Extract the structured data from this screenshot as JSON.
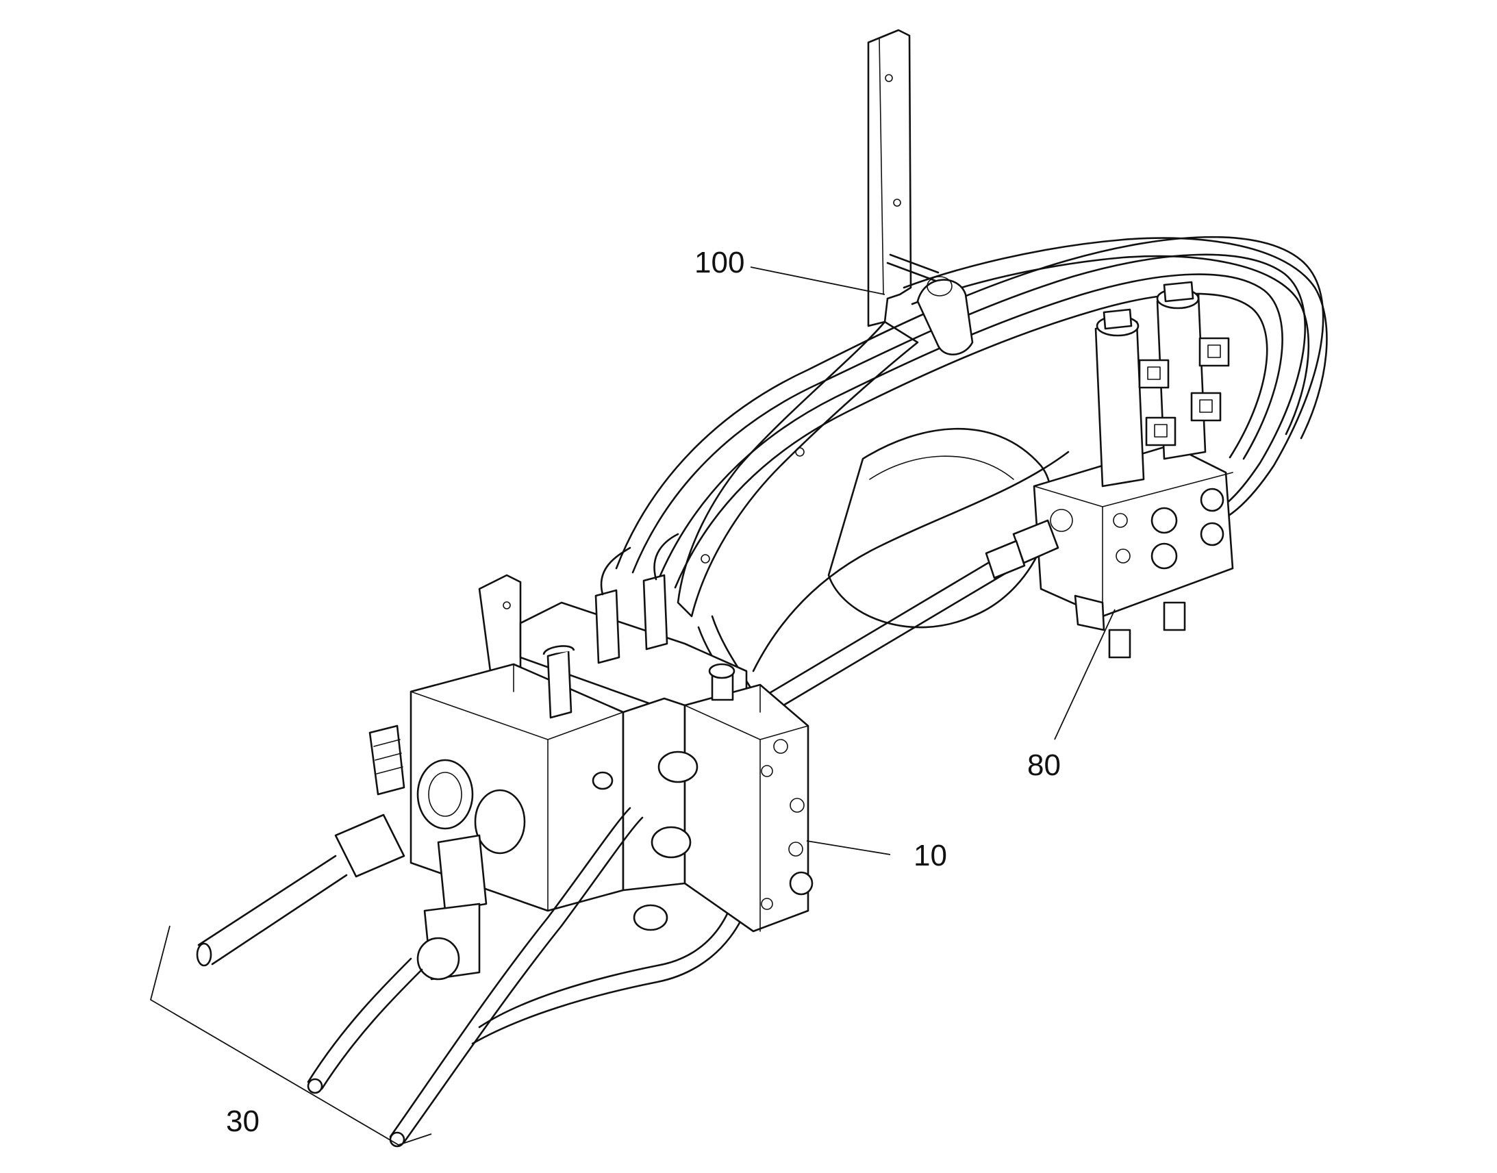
{
  "callouts": {
    "c100": "100",
    "c80": "80",
    "c10": "10",
    "c30": "30"
  }
}
